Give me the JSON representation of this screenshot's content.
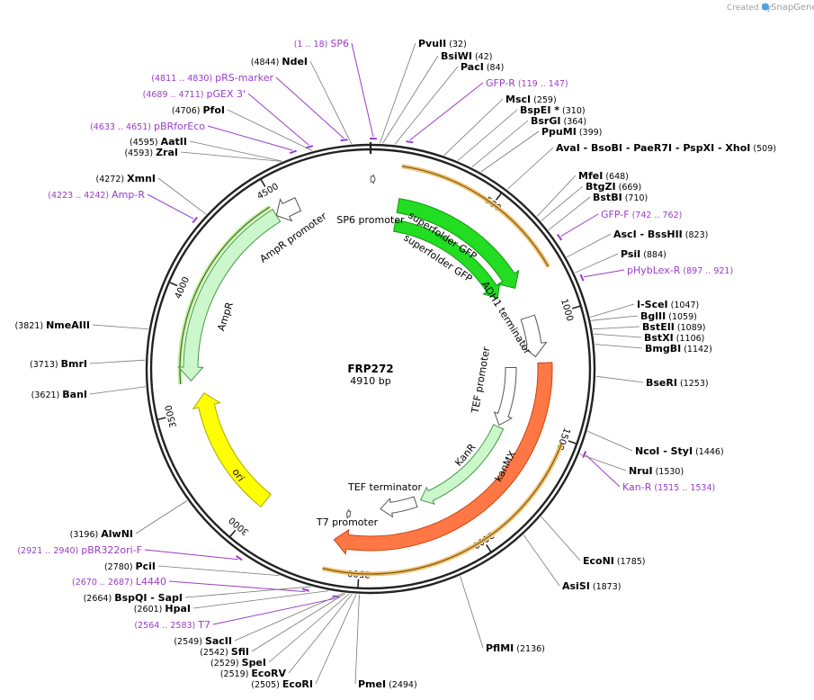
{
  "header": {
    "credit_prefix": "Created by",
    "credit_brand": "SnapGene"
  },
  "plasmid": {
    "name": "FRP272",
    "size_label": "4910 bp",
    "length": 4910
  },
  "ticks": [
    {
      "pos": 500,
      "label": "500"
    },
    {
      "pos": 1000,
      "label": "1000"
    },
    {
      "pos": 1500,
      "label": "1500"
    },
    {
      "pos": 2000,
      "label": "2000"
    },
    {
      "pos": 2500,
      "label": "2500"
    },
    {
      "pos": 3000,
      "label": "3000"
    },
    {
      "pos": 3500,
      "label": "3500"
    },
    {
      "pos": 4000,
      "label": "4000"
    },
    {
      "pos": 4500,
      "label": "4500"
    }
  ],
  "features": [
    {
      "name": "SP6 promoter",
      "start": 1,
      "end": 19,
      "color": "#ffffff",
      "stroke": "#555555",
      "type": "promoter"
    },
    {
      "name": "superfolder GFP",
      "start": 130,
      "end": 830,
      "color": "#22dd22",
      "stroke": "#119911",
      "type": "cds"
    },
    {
      "name": "superfolder GFP",
      "start": 130,
      "end": 830,
      "color": "#22dd22",
      "stroke": "#119911",
      "type": "cds"
    },
    {
      "name": "ADH1 terminator",
      "start": 980,
      "end": 1170,
      "color": "#ffffff",
      "stroke": "#555555",
      "type": "terminator"
    },
    {
      "name": "TEF promoter",
      "start": 1220,
      "end": 1550,
      "color": "#ffffff",
      "stroke": "#555555",
      "type": "promoter"
    },
    {
      "name": "KanR",
      "start": 1560,
      "end": 2170,
      "color": "#ccf7cc",
      "stroke": "#449944",
      "type": "cds"
    },
    {
      "name": "kanMX",
      "start": 1200,
      "end": 2620,
      "color": "#ff7744",
      "stroke": "#cc4411",
      "type": "cds"
    },
    {
      "name": "TEF terminator",
      "start": 2200,
      "end": 2400,
      "color": "#ffffff",
      "stroke": "#555555",
      "type": "terminator"
    },
    {
      "name": "T7 promoter",
      "start": 2564,
      "end": 2583,
      "color": "#ffffff",
      "stroke": "#555555",
      "type": "promoter"
    },
    {
      "name": "ori",
      "start": 2980,
      "end": 3570,
      "color": "#ffff00",
      "stroke": "#aaaa00",
      "type": "rep"
    },
    {
      "name": "AmpR",
      "start": 3630,
      "end": 4480,
      "color": "#ccf7cc",
      "stroke": "#449944",
      "type": "cds"
    },
    {
      "name": "AmpR promoter",
      "start": 4480,
      "end": 4585,
      "color": "#ffffff",
      "stroke": "#555555",
      "type": "promoter"
    }
  ],
  "labels": [
    {
      "id": "sp6",
      "text": "SP6",
      "pos_text": "(1 .. 18)",
      "kind": "primer",
      "site": 9
    },
    {
      "id": "pvuii",
      "text": "PvuII",
      "pos_text": "(32)",
      "kind": "enzyme",
      "site": 32
    },
    {
      "id": "bsiwi",
      "text": "BsiWI",
      "pos_text": "(42)",
      "kind": "enzyme",
      "site": 42
    },
    {
      "id": "paci",
      "text": "PacI",
      "pos_text": "(84)",
      "kind": "enzyme",
      "site": 84
    },
    {
      "id": "gfpr",
      "text": "GFP-R",
      "pos_text": "(119 .. 147)",
      "kind": "primer",
      "site": 133
    },
    {
      "id": "msci",
      "text": "MscI",
      "pos_text": "(259)",
      "kind": "enzyme",
      "site": 259
    },
    {
      "id": "bspei",
      "text": "BspEI *",
      "pos_text": "(310)",
      "kind": "enzyme",
      "site": 310
    },
    {
      "id": "bsrgi",
      "text": "BsrGI",
      "pos_text": "(364)",
      "kind": "enzyme",
      "site": 364
    },
    {
      "id": "ppumi",
      "text": "PpuMI",
      "pos_text": "(399)",
      "kind": "enzyme",
      "site": 399
    },
    {
      "id": "avai",
      "text": "AvaI - BsoBI - PaeR7I - PspXI - XhoI",
      "pos_text": "(509)",
      "kind": "enzyme",
      "site": 509
    },
    {
      "id": "mfei",
      "text": "MfeI",
      "pos_text": "(648)",
      "kind": "enzyme",
      "site": 648
    },
    {
      "id": "btgzi",
      "text": "BtgZI",
      "pos_text": "(669)",
      "kind": "enzyme",
      "site": 669
    },
    {
      "id": "bstbi",
      "text": "BstBI",
      "pos_text": "(710)",
      "kind": "enzyme",
      "site": 710
    },
    {
      "id": "gfpf",
      "text": "GFP-F",
      "pos_text": "(742 .. 762)",
      "kind": "primer",
      "site": 752
    },
    {
      "id": "asci",
      "text": "AscI - BssHII",
      "pos_text": "(823)",
      "kind": "enzyme",
      "site": 823
    },
    {
      "id": "psii",
      "text": "PsiI",
      "pos_text": "(884)",
      "kind": "enzyme",
      "site": 884
    },
    {
      "id": "phyblex",
      "text": "pHybLex-R",
      "pos_text": "(897 .. 921)",
      "kind": "primer",
      "site": 909
    },
    {
      "id": "iscei",
      "text": "I-SceI",
      "pos_text": "(1047)",
      "kind": "enzyme",
      "site": 1047
    },
    {
      "id": "bglii",
      "text": "BglII",
      "pos_text": "(1059)",
      "kind": "enzyme",
      "site": 1059
    },
    {
      "id": "bsteii",
      "text": "BstEII",
      "pos_text": "(1089)",
      "kind": "enzyme",
      "site": 1089
    },
    {
      "id": "bstxi",
      "text": "BstXI",
      "pos_text": "(1106)",
      "kind": "enzyme",
      "site": 1106
    },
    {
      "id": "bmgbi",
      "text": "BmgBI",
      "pos_text": "(1142)",
      "kind": "enzyme",
      "site": 1142
    },
    {
      "id": "bseri",
      "text": "BseRI",
      "pos_text": "(1253)",
      "kind": "enzyme",
      "site": 1253
    },
    {
      "id": "ncoi",
      "text": "NcoI - StyI",
      "pos_text": "(1446)",
      "kind": "enzyme",
      "site": 1446
    },
    {
      "id": "nrui",
      "text": "NruI",
      "pos_text": "(1530)",
      "kind": "enzyme",
      "site": 1530
    },
    {
      "id": "kanr_p",
      "text": "Kan-R",
      "pos_text": "(1515 .. 1534)",
      "kind": "primer",
      "site": 1525
    },
    {
      "id": "econi",
      "text": "EcoNI",
      "pos_text": "(1785)",
      "kind": "enzyme",
      "site": 1785
    },
    {
      "id": "asisi",
      "text": "AsiSI",
      "pos_text": "(1873)",
      "kind": "enzyme",
      "site": 1873
    },
    {
      "id": "pflmi",
      "text": "PflMI",
      "pos_text": "(2136)",
      "kind": "enzyme",
      "site": 2136
    },
    {
      "id": "pmei",
      "text": "PmeI",
      "pos_text": "(2494)",
      "kind": "enzyme",
      "site": 2494
    },
    {
      "id": "ecori",
      "text": "EcoRI",
      "pos_text": "(2505)",
      "kind": "enzyme",
      "site": 2505
    },
    {
      "id": "ecorv",
      "text": "EcoRV",
      "pos_text": "(2519)",
      "kind": "enzyme",
      "site": 2519
    },
    {
      "id": "spei",
      "text": "SpeI",
      "pos_text": "(2529)",
      "kind": "enzyme",
      "site": 2529
    },
    {
      "id": "sfii",
      "text": "SfiI",
      "pos_text": "(2542)",
      "kind": "enzyme",
      "site": 2542
    },
    {
      "id": "sacii",
      "text": "SacII",
      "pos_text": "(2549)",
      "kind": "enzyme",
      "site": 2549
    },
    {
      "id": "t7",
      "text": "T7",
      "pos_text": "(2564 .. 2583)",
      "kind": "primer",
      "site": 2573
    },
    {
      "id": "hpai",
      "text": "HpaI",
      "pos_text": "(2601)",
      "kind": "enzyme",
      "site": 2601
    },
    {
      "id": "bspqi",
      "text": "BspQI - SapI",
      "pos_text": "(2664)",
      "kind": "enzyme",
      "site": 2664
    },
    {
      "id": "l4440",
      "text": "L4440",
      "pos_text": "(2670 .. 2687)",
      "kind": "primer",
      "site": 2678
    },
    {
      "id": "pcii",
      "text": "PciI",
      "pos_text": "(2780)",
      "kind": "enzyme",
      "site": 2780
    },
    {
      "id": "pbr322",
      "text": "pBR322ori-F",
      "pos_text": "(2921 .. 2940)",
      "kind": "primer",
      "site": 2930
    },
    {
      "id": "alwni",
      "text": "AlwNI",
      "pos_text": "(3196)",
      "kind": "enzyme",
      "site": 3196
    },
    {
      "id": "bani",
      "text": "BanI",
      "pos_text": "(3621)",
      "kind": "enzyme",
      "site": 3621
    },
    {
      "id": "bmri",
      "text": "BmrI",
      "pos_text": "(3713)",
      "kind": "enzyme",
      "site": 3713
    },
    {
      "id": "nmeaiii",
      "text": "NmeAIII",
      "pos_text": "(3821)",
      "kind": "enzyme",
      "site": 3821
    },
    {
      "id": "ampr_p",
      "text": "Amp-R",
      "pos_text": "(4223 .. 4242)",
      "kind": "primer",
      "site": 4232
    },
    {
      "id": "xmni",
      "text": "XmnI",
      "pos_text": "(4272)",
      "kind": "enzyme",
      "site": 4272
    },
    {
      "id": "zrai",
      "text": "ZraI",
      "pos_text": "(4593)",
      "kind": "enzyme",
      "site": 4593
    },
    {
      "id": "aatii",
      "text": "AatII",
      "pos_text": "(4595)",
      "kind": "enzyme",
      "site": 4595
    },
    {
      "id": "pbrforeco",
      "text": "pBRforEco",
      "pos_text": "(4633 .. 4651)",
      "kind": "primer",
      "site": 4642
    },
    {
      "id": "pfoi",
      "text": "PfoI",
      "pos_text": "(4706)",
      "kind": "enzyme",
      "site": 4706
    },
    {
      "id": "pgex3",
      "text": "pGEX 3'",
      "pos_text": "(4689 .. 4711)",
      "kind": "primer",
      "site": 4700
    },
    {
      "id": "prsmarker",
      "text": "pRS-marker",
      "pos_text": "(4811 .. 4830)",
      "kind": "primer",
      "site": 4820
    },
    {
      "id": "ndei",
      "text": "NdeI",
      "pos_text": "(4844)",
      "kind": "enzyme",
      "site": 4844
    }
  ]
}
